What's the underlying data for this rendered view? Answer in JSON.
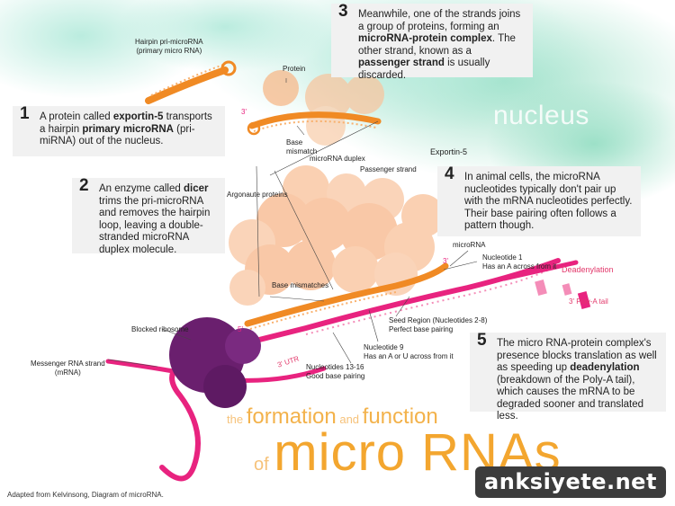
{
  "diagram": {
    "nucleus_label": "nucleus",
    "title": {
      "line1_a": "the ",
      "line1_b": "formation",
      "line1_c": " and ",
      "line1_d": "function",
      "line2_a": "of ",
      "line2_b": "micro RNAs"
    },
    "steps": [
      {
        "num": "1",
        "pre": "A protein called ",
        "bold1": "exportin-5",
        "mid": " transports a hairpin ",
        "bold2": "primary microRNA",
        "post": " (pri-miRNA) out of the nucleus."
      },
      {
        "num": "2",
        "pre": "An enzyme called ",
        "bold1": "dicer",
        "post": " trims the pri-microRNA and removes the hairpin loop, leaving a double-stranded microRNA duplex molecule."
      },
      {
        "num": "3",
        "pre": "Meanwhile, one of the strands joins a group of proteins, forming an ",
        "bold1": "microRNA-protein complex",
        "mid": ". The other strand, known as a ",
        "bold2": "passenger strand",
        "post": " is usually discarded."
      },
      {
        "num": "4",
        "text": "In animal cells, the microRNA nucleotides typically don't pair up with the mRNA nucleotides perfectly. Their base pairing often follows a pattern though."
      },
      {
        "num": "5",
        "pre": "The micro RNA-protein complex's presence blocks translation as well as speeding up ",
        "bold1": "deadenylation",
        "post": " (breakdown of the Poly-A tail), which causes the mRNA to be degraded sooner and translated less."
      }
    ],
    "labels": {
      "hairpin_1": "Hairpin pri-microRNA",
      "hairpin_2": "(primary micro RNA)",
      "protein": "Protein",
      "exportin": "Exportin-5",
      "base_mismatch_1": "Base",
      "base_mismatch_2": "mismatch",
      "duplex": "microRNA duplex",
      "passenger": "Passenger strand",
      "argonaute": "Argonaute proteins",
      "microrna": "microRNA",
      "nucleotide1_1": "Nucleotide 1",
      "nucleotide1_2": "Has an A across from it",
      "deadenylation": "Deadenylation",
      "polya": "3' Poly-A tail",
      "base_mismatches": "Base mismatches",
      "blocked_ribosome": "Blocked ribosome",
      "seed_1": "Seed Region (Nucleotides 2-8)",
      "seed_2": "Perfect base pairing",
      "nuc9_1": "Nucleotide 9",
      "nuc9_2": "Has an A or U across from it",
      "nuc1316_1": "Nucleotides 13-16",
      "nuc1316_2": "Good base pairing",
      "mrna_1": "Messenger RNA strand",
      "mrna_2": "(mRNA)",
      "utr": "3' UTR",
      "five_prime": "5'",
      "three_prime_a": "3'",
      "three_prime_b": "3'"
    },
    "credit": "Adapted from Kelvinsong, Diagram of microRNA.",
    "watermark": "anksiyete.net",
    "colors": {
      "orange": "#f08a24",
      "protein": "#f7b98a",
      "mrna": "#e8237f",
      "ribosome": "#6a1f6e",
      "nucleus_green": "#a7e3cf"
    }
  }
}
